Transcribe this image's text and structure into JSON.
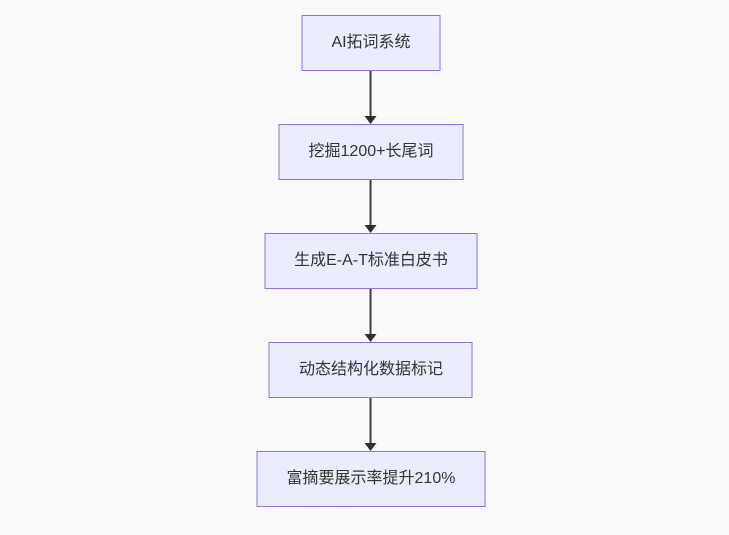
{
  "flowchart": {
    "type": "flowchart-top-down",
    "colors": {
      "background": "#f9f9f9",
      "node_fill": "#ECECFF",
      "node_border": "#9370DB",
      "arrow": "#333333",
      "text": "#333333"
    },
    "nodes": [
      {
        "id": "n1",
        "label": "AI拓词系统"
      },
      {
        "id": "n2",
        "label": "挖掘1200+长尾词"
      },
      {
        "id": "n3",
        "label": "生成E-A-T标准白皮书"
      },
      {
        "id": "n4",
        "label": "动态结构化数据标记"
      },
      {
        "id": "n5",
        "label": "富摘要展示率提升210%"
      }
    ],
    "edges": [
      {
        "from": "n1",
        "to": "n2"
      },
      {
        "from": "n2",
        "to": "n3"
      },
      {
        "from": "n3",
        "to": "n4"
      },
      {
        "from": "n4",
        "to": "n5"
      }
    ]
  }
}
